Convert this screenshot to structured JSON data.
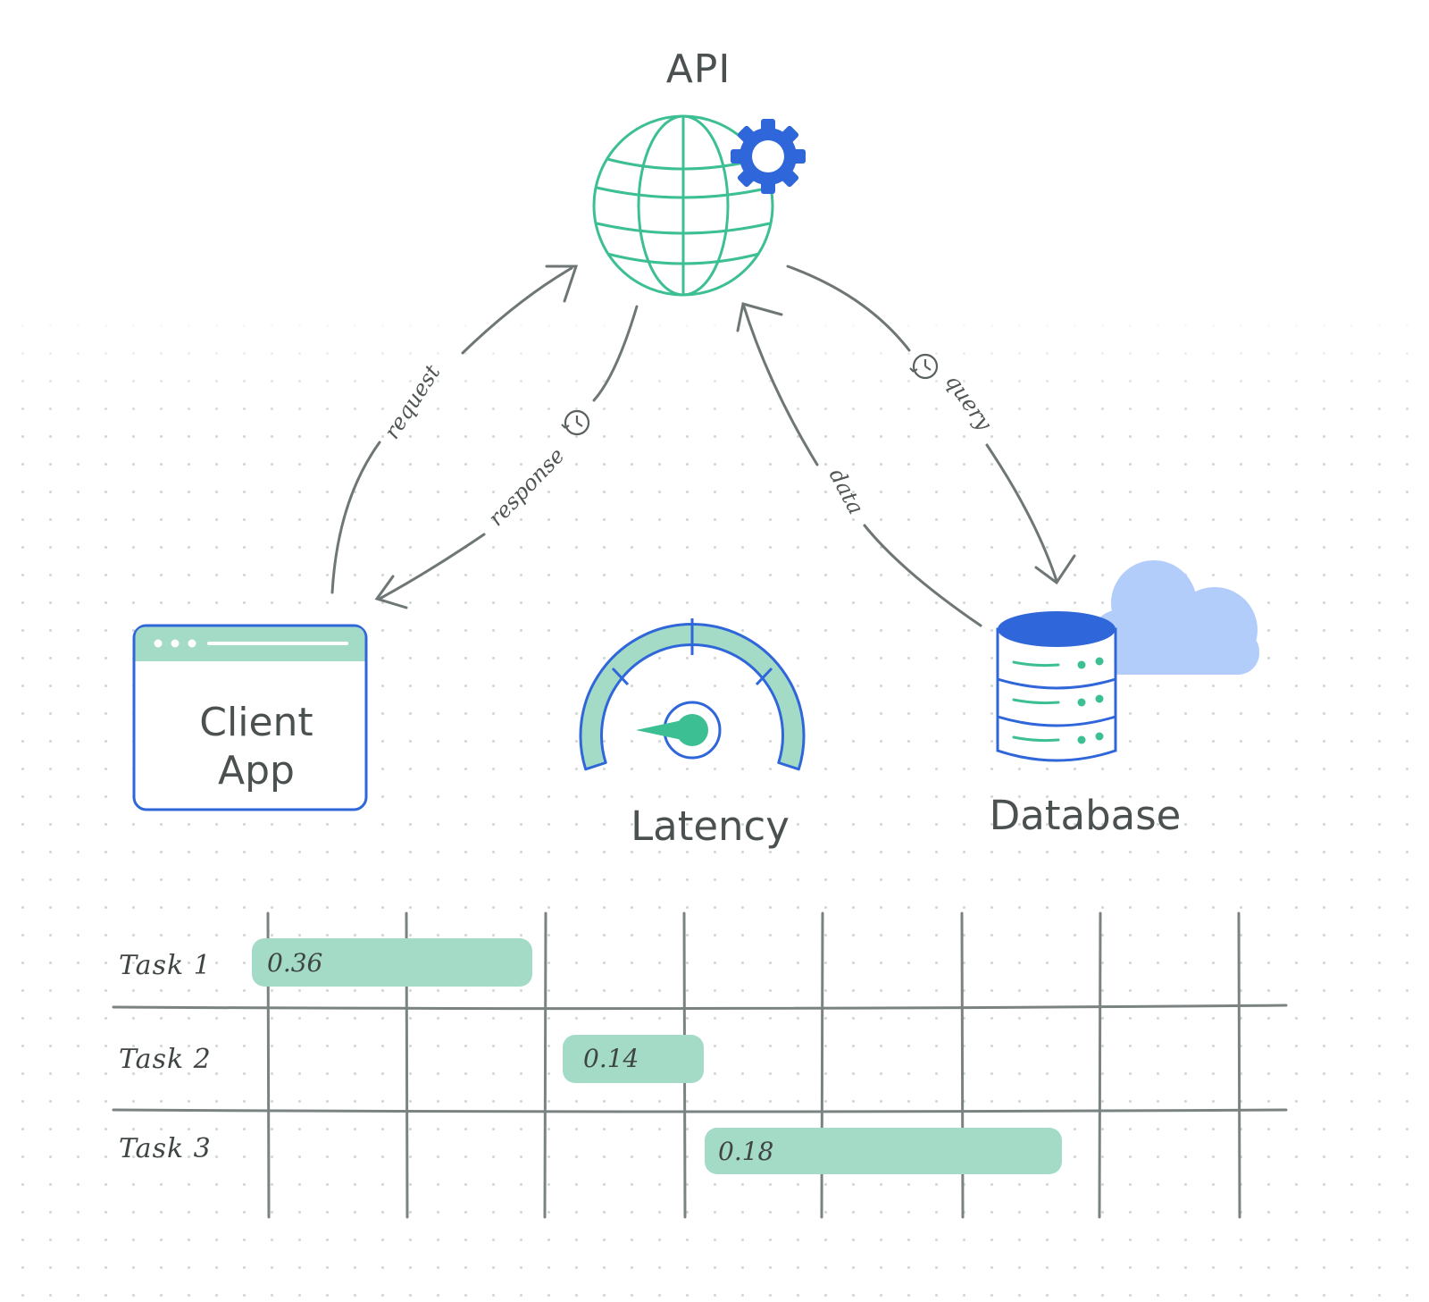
{
  "nodes": {
    "api": {
      "label": "API"
    },
    "client": {
      "line1": "Client",
      "line2": "App"
    },
    "latency": {
      "label": "Latency"
    },
    "database": {
      "label": "Database"
    }
  },
  "edges": {
    "request": "request",
    "response": "response",
    "query": "query",
    "data": "data"
  },
  "gantt": {
    "tasks": [
      {
        "label": "Task 1",
        "value": "0.36"
      },
      {
        "label": "Task 2",
        "value": "0.14"
      },
      {
        "label": "Task 3",
        "value": "0.18"
      }
    ]
  },
  "colors": {
    "green": "#3dbf94",
    "green_light": "#a3dbc7",
    "blue": "#2f66d9",
    "cloud": "#b3cdfb",
    "line": "#6f7676",
    "text": "#4a4f4f"
  },
  "icons": [
    "globe-icon",
    "gear-icon",
    "browser-window-icon",
    "gauge-icon",
    "database-icon",
    "cloud-icon",
    "clock-icon"
  ]
}
